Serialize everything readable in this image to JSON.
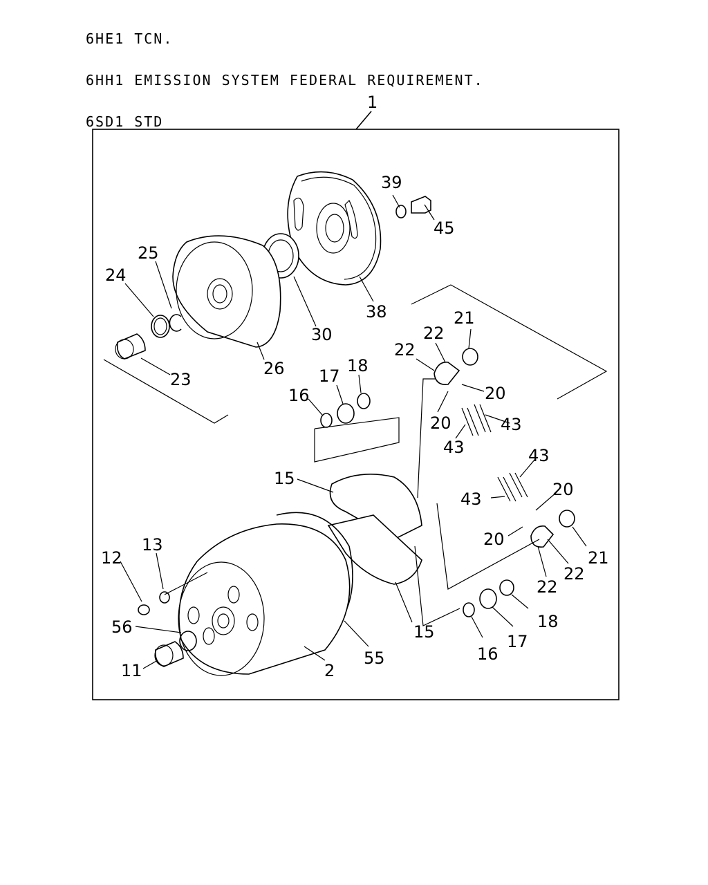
{
  "header": {
    "lines": [
      "6HE1 TCN.",
      "6HH1 EMISSION SYSTEM FEDERAL REQUIREMENT.",
      "6SD1 STD"
    ]
  },
  "diagram": {
    "assembly_label": "1",
    "callouts": [
      {
        "id": "c39",
        "text": "39"
      },
      {
        "id": "c45",
        "text": "45"
      },
      {
        "id": "c25",
        "text": "25"
      },
      {
        "id": "c24",
        "text": "24"
      },
      {
        "id": "c30",
        "text": "30"
      },
      {
        "id": "c38",
        "text": "38"
      },
      {
        "id": "c21a",
        "text": "21"
      },
      {
        "id": "c22a",
        "text": "22"
      },
      {
        "id": "c22b",
        "text": "22"
      },
      {
        "id": "c23",
        "text": "23"
      },
      {
        "id": "c26",
        "text": "26"
      },
      {
        "id": "c18a",
        "text": "18"
      },
      {
        "id": "c17a",
        "text": "17"
      },
      {
        "id": "c16a",
        "text": "16"
      },
      {
        "id": "c20a",
        "text": "20"
      },
      {
        "id": "c20b",
        "text": "20"
      },
      {
        "id": "c43a",
        "text": "43"
      },
      {
        "id": "c43b",
        "text": "43"
      },
      {
        "id": "c43c",
        "text": "43"
      },
      {
        "id": "c43d",
        "text": "43"
      },
      {
        "id": "c15a",
        "text": "15"
      },
      {
        "id": "c20c",
        "text": "20"
      },
      {
        "id": "c20d",
        "text": "20"
      },
      {
        "id": "c12",
        "text": "12"
      },
      {
        "id": "c13",
        "text": "13"
      },
      {
        "id": "c21b",
        "text": "21"
      },
      {
        "id": "c22c",
        "text": "22"
      },
      {
        "id": "c22d",
        "text": "22"
      },
      {
        "id": "c56",
        "text": "56"
      },
      {
        "id": "c18b",
        "text": "18"
      },
      {
        "id": "c15b",
        "text": "15"
      },
      {
        "id": "c17b",
        "text": "17"
      },
      {
        "id": "c55",
        "text": "55"
      },
      {
        "id": "c16b",
        "text": "16"
      },
      {
        "id": "c11",
        "text": "11"
      },
      {
        "id": "c2",
        "text": "2"
      }
    ]
  }
}
